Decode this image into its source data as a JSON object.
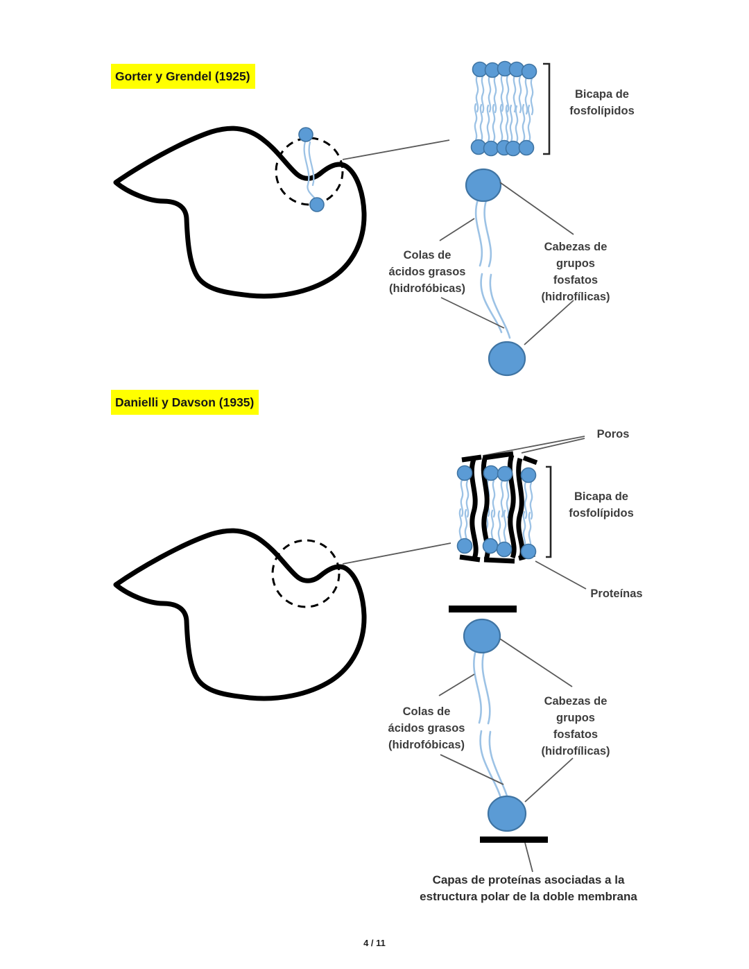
{
  "colors": {
    "highlight": "#ffff00",
    "head_blue": "#5b9bd5",
    "head_stroke": "#3f74a3",
    "tail_blue": "#9cc2e5",
    "label_text": "#3d3d3d",
    "title_text": "#161616",
    "line_gray": "#595959",
    "ink": "#000000"
  },
  "sections": [
    {
      "title": "Gorter y Grendel (1925)",
      "bilayer_label": "Bicapa de\nfosfolípidos",
      "tails_label": "Colas de\nácidos grasos\n(hidrofóbicas)",
      "heads_label": "Cabezas de\ngrupos\nfosfatos\n(hidrofílicas)"
    },
    {
      "title": "Danielli y Davson (1935)",
      "poros_label": "Poros",
      "bilayer_label": "Bicapa de\nfosfolípidos",
      "proteins_label": "Proteínas",
      "tails_label": "Colas de\nácidos grasos\n(hidrofóbicas)",
      "heads_label": "Cabezas de\ngrupos\nfosfatos\n(hidrofílicas)",
      "caption": "Capas de proteínas asociadas a la\nestructura polar de la doble membrana"
    }
  ],
  "footer": {
    "page_indicator": "4 / 11"
  }
}
